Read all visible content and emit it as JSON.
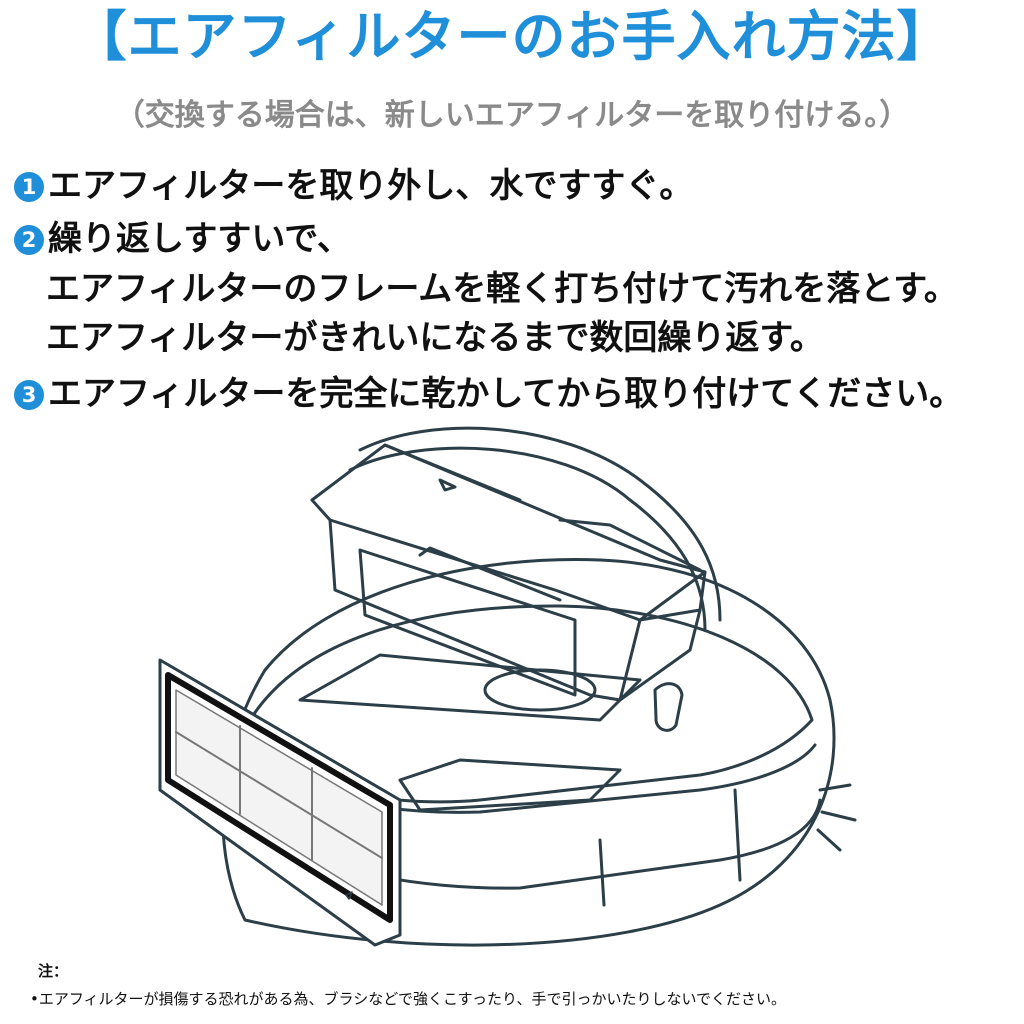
{
  "title": "【エアフィルターのお手入れ方法】",
  "subtitle": "（交換する場合は、新しいエアフィルターを取り付ける。）",
  "steps": [
    {
      "number": "1",
      "lines": [
        "エアフィルターを取り外し、水ですすぐ。"
      ]
    },
    {
      "number": "2",
      "lines": [
        "繰り返しすすいで、",
        "エアフィルターのフレームを軽く打ち付けて汚れを落とす。",
        "エアフィルターがきれいになるまで数回繰り返す。"
      ]
    },
    {
      "number": "3",
      "lines": [
        "エアフィルターを完全に乾かしてから取り付けてください。"
      ]
    }
  ],
  "note": {
    "heading": "注：",
    "text": "•エアフィルターが損傷する恐れがある為、ブラシなどで強くこすったり、手で引っかいたりしないでください。"
  },
  "colors": {
    "accent": "#1f8fd9",
    "subtitle": "#8a8a8a",
    "line_art": "#2c3e48"
  },
  "illustration": {
    "subject": "robot-vacuum-with-dustbin-and-air-filter"
  }
}
